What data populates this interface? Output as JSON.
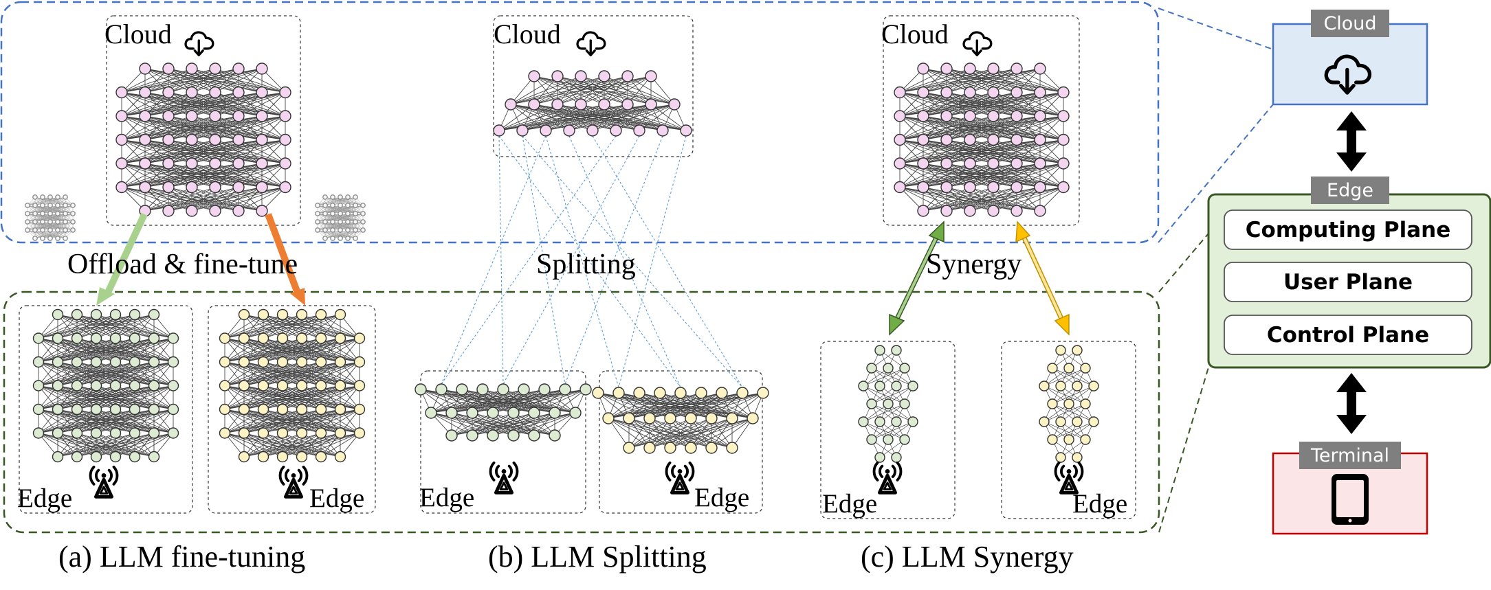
{
  "labels": {
    "cloud": "Cloud",
    "edge": "Edge",
    "offload": "Offload & fine-tune",
    "splitting": "Splitting",
    "synergy": "Synergy"
  },
  "captions": {
    "a": "(a) LLM fine-tuning",
    "b": "(b) LLM Splitting",
    "c": "(c) LLM Synergy"
  },
  "legend": {
    "cloud_tag": "Cloud",
    "edge_tag": "Edge",
    "terminal_tag": "Terminal",
    "planes": [
      "Computing Plane",
      "User Plane",
      "Control Plane"
    ]
  },
  "colors": {
    "cloud_node": "#f3d5f0",
    "edge_green_node": "#dcebd2",
    "edge_yellow_node": "#fbf3c4",
    "cloud_region_border": "#4472c4",
    "edge_region_border": "#385723",
    "offload_green_arrow": "#a9d18e",
    "offload_orange_arrow": "#ed7d31",
    "synergy_green_arrow": "#70ad47",
    "synergy_yellow_arrow": "#ffc000",
    "split_lines": "#5b9bd5",
    "cloud_panel_fill": "#deebf7",
    "edge_panel_fill": "#e2f0d9",
    "terminal_panel_fill": "#fbe5e6",
    "tag_fill": "#7f7f7f"
  },
  "icons": [
    "cloud-download-icon",
    "antenna-icon",
    "phone-icon",
    "double-arrow-icon"
  ]
}
